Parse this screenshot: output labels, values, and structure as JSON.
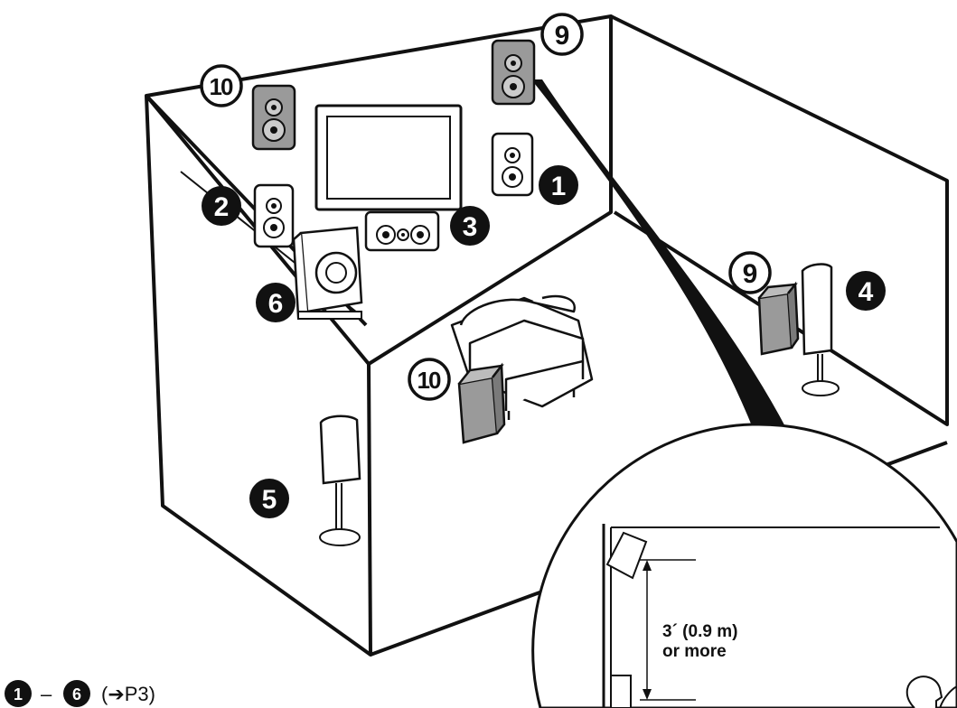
{
  "speakers": [
    {
      "id": "front-right",
      "label": "1",
      "style": "black-circle"
    },
    {
      "id": "front-left",
      "label": "2",
      "style": "black-circle"
    },
    {
      "id": "center",
      "label": "3",
      "style": "black-circle"
    },
    {
      "id": "surround-right",
      "label": "4",
      "style": "black-circle"
    },
    {
      "id": "surround-left",
      "label": "5",
      "style": "black-circle"
    },
    {
      "id": "subwoofer",
      "label": "6",
      "style": "black-circle"
    },
    {
      "id": "height-right-front",
      "label": "9",
      "style": "white-circle"
    },
    {
      "id": "height-right-rear",
      "label": "9",
      "style": "white-circle"
    },
    {
      "id": "height-left-front",
      "label": "10",
      "style": "white-circle"
    },
    {
      "id": "height-left-rear",
      "label": "10",
      "style": "white-circle"
    }
  ],
  "inset": {
    "distance_line1": "3´ (0.9 m)",
    "distance_line2": "or more"
  },
  "footer": {
    "start_label": "1",
    "dash": "–",
    "end_label": "6",
    "reference": "(➔P3)"
  },
  "colors": {
    "line": "#111111",
    "speaker_white": "#ffffff",
    "speaker_gray": "#9a9a9a",
    "badge_black": "#111111"
  }
}
